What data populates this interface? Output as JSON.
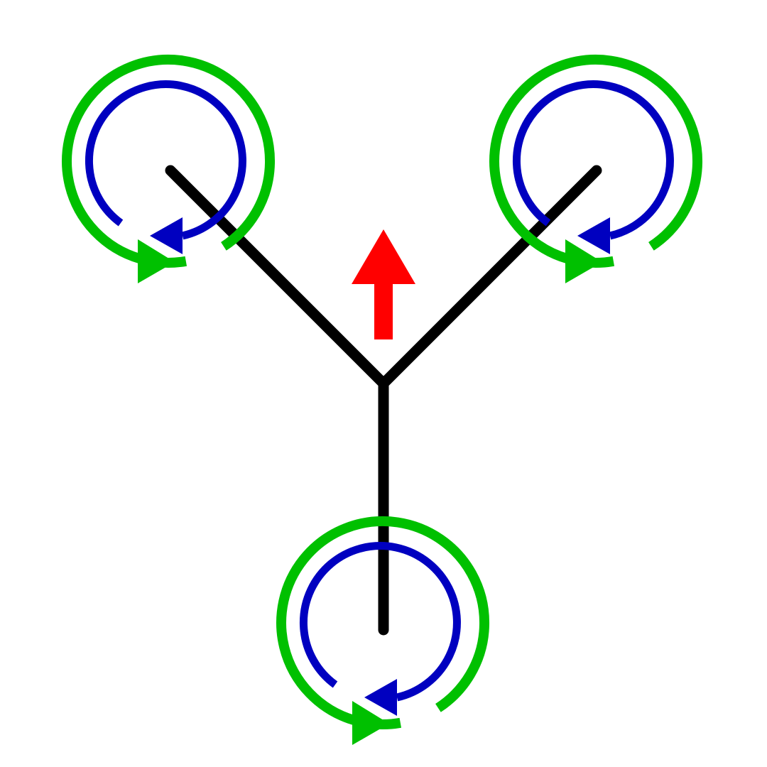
{
  "diagram": {
    "background_color": "#ffffff",
    "frame_color": "#000000",
    "direction_arrow": {
      "color": "#ff0000",
      "points": "up"
    },
    "motors": [
      {
        "name": "left-arm",
        "outer_ring": {
          "color": "#00c000",
          "direction": "counter-clockwise"
        },
        "inner_ring": {
          "color": "#0000c0",
          "direction": "clockwise"
        }
      },
      {
        "name": "right-arm",
        "outer_ring": {
          "color": "#00c000",
          "direction": "counter-clockwise"
        },
        "inner_ring": {
          "color": "#0000c0",
          "direction": "clockwise"
        }
      },
      {
        "name": "tail",
        "outer_ring": {
          "color": "#00c000",
          "direction": "counter-clockwise"
        },
        "inner_ring": {
          "color": "#0000c0",
          "direction": "clockwise"
        }
      }
    ]
  }
}
